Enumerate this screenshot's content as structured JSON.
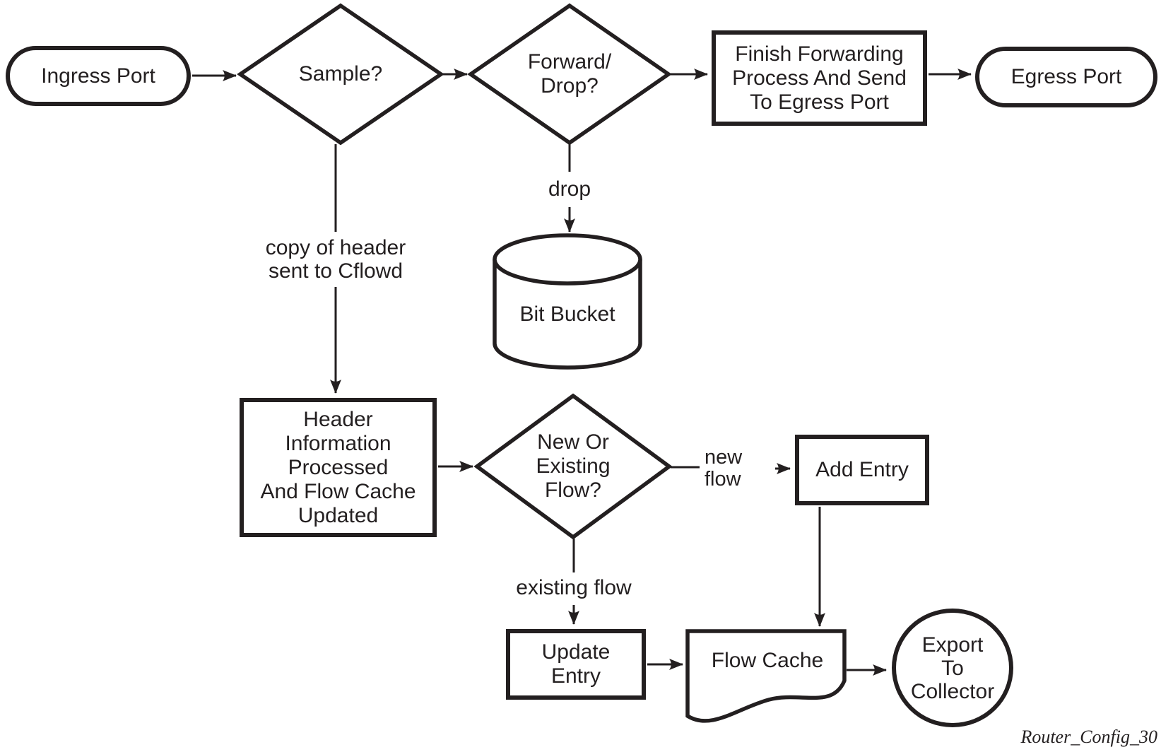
{
  "diagram": {
    "caption": "Router_Config_30",
    "colors": {
      "ink": "#231f20",
      "background": "#ffffff"
    },
    "nodes": {
      "ingress_port": {
        "label": "Ingress Port",
        "shape": "terminator"
      },
      "sample": {
        "label": "Sample?",
        "shape": "decision"
      },
      "forward_drop": {
        "label": "Forward/\nDrop?",
        "shape": "decision"
      },
      "finish_forwarding": {
        "label": "Finish Forwarding\nProcess And Send\nTo Egress Port",
        "shape": "process"
      },
      "egress_port": {
        "label": "Egress Port",
        "shape": "terminator"
      },
      "bit_bucket": {
        "label": "Bit Bucket",
        "shape": "cylinder"
      },
      "header_info": {
        "label": "Header\nInformation\nProcessed\nAnd Flow Cache\nUpdated",
        "shape": "process"
      },
      "new_or_existing": {
        "label": "New Or\nExisting\nFlow?",
        "shape": "decision"
      },
      "add_entry": {
        "label": "Add Entry",
        "shape": "process"
      },
      "update_entry": {
        "label": "Update\nEntry",
        "shape": "process"
      },
      "flow_cache": {
        "label": "Flow Cache",
        "shape": "document"
      },
      "export_to_collector": {
        "label": "Export\nTo\nCollector",
        "shape": "circle"
      }
    },
    "edge_labels": {
      "drop": "drop",
      "copy_of_header": "copy of header\nsent to Cflowd",
      "new_flow": "new\nflow",
      "existing_flow": "existing flow"
    }
  }
}
